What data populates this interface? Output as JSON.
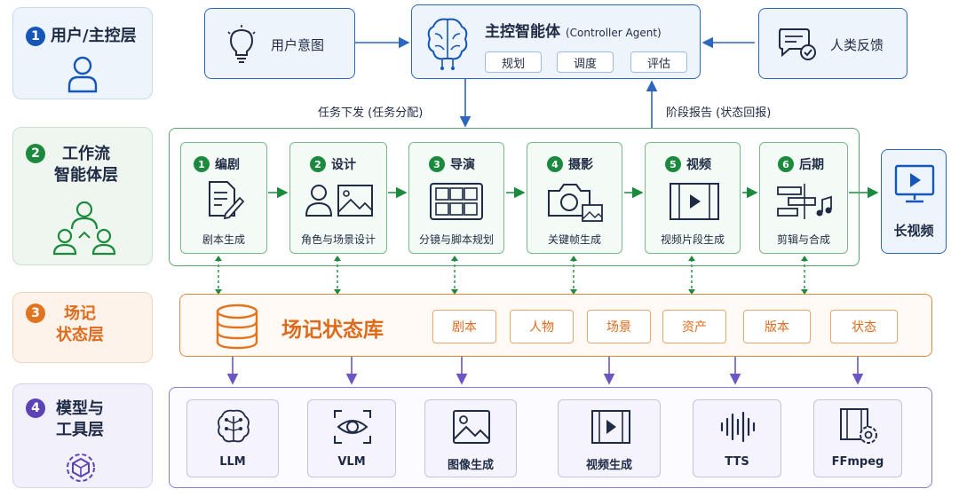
{
  "layers": [
    {
      "num": "1",
      "title": "用户/主控层"
    },
    {
      "num": "2",
      "title_line1": "工作流",
      "title_line2": "智能体层"
    },
    {
      "num": "3",
      "title_line1": "场记",
      "title_line2": "状态层"
    },
    {
      "num": "4",
      "title_line1": "模型与",
      "title_line2": "工具层"
    }
  ],
  "top": {
    "user_intent": "用户意图",
    "controller_title": "主控智能体",
    "controller_en": "(Controller Agent)",
    "controller_pills": [
      "规划",
      "调度",
      "评估"
    ],
    "human_feedback": "人类反馈",
    "dispatch_label": "任务下发 (任务分配)",
    "report_label": "阶段报告 (状态回报)"
  },
  "workflow": {
    "steps": [
      {
        "num": "1",
        "title": "编剧",
        "sub": "剧本生成"
      },
      {
        "num": "2",
        "title": "设计",
        "sub": "角色与场景设计"
      },
      {
        "num": "3",
        "title": "导演",
        "sub": "分镜与脚本规划"
      },
      {
        "num": "4",
        "title": "摄影",
        "sub": "关键帧生成"
      },
      {
        "num": "5",
        "title": "视频",
        "sub": "视频片段生成"
      },
      {
        "num": "6",
        "title": "后期",
        "sub": "剪辑与合成"
      }
    ],
    "output": "长视频"
  },
  "state": {
    "title": "场记状态库",
    "pills": [
      "剧本",
      "人物",
      "场景",
      "资产",
      "版本",
      "状态"
    ]
  },
  "models": [
    "LLM",
    "VLM",
    "图像生成",
    "视频生成",
    "TTS",
    "FFmpeg"
  ],
  "colors": {
    "blue": "#1557b8",
    "green": "#1c8a3e",
    "orange": "#e2741f",
    "purple": "#5b43b5"
  }
}
